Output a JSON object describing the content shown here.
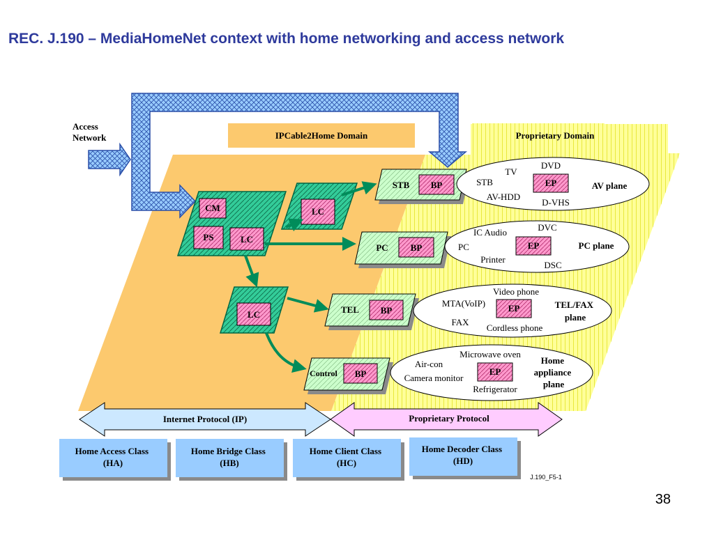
{
  "title": "REC. J.190 – MediaHomeNet context with home networking and access network",
  "access_network": [
    "Access",
    "Network"
  ],
  "domains": {
    "ipcable": "IPCable2Home Domain",
    "proprietary": "Proprietary Domain"
  },
  "elements": {
    "cm": "CM",
    "ps": "PS",
    "lc": "LC",
    "bp": "BP",
    "ep": "EP"
  },
  "terminals": {
    "stb": "STB",
    "pc": "PC",
    "tel": "TEL",
    "control": "Control"
  },
  "planes": {
    "av": {
      "name": "AV plane",
      "items": [
        "TV",
        "DVD",
        "STB",
        "AV-HDD",
        "D-VHS"
      ]
    },
    "pc": {
      "name": "PC plane",
      "items": [
        "IC Audio",
        "DVC",
        "PC",
        "Printer",
        "DSC"
      ]
    },
    "tel": {
      "name": [
        "TEL/FAX",
        "plane"
      ],
      "items": [
        "Video phone",
        "MTA(VoIP)",
        "FAX",
        "Cordless phone"
      ]
    },
    "home": {
      "name": [
        "Home",
        "appliance",
        "plane"
      ],
      "items": [
        "Microwave oven",
        "Air-con",
        "Camera monitor",
        "Refrigerator"
      ]
    }
  },
  "protocols": {
    "ip": "Internet Protocol (IP)",
    "proprietary": "Proprietary Protocol"
  },
  "classes": [
    [
      "Home Access Class",
      "(HA)"
    ],
    [
      "Home Bridge Class",
      "(HB)"
    ],
    [
      "Home Client Class",
      "(HC)"
    ],
    [
      "Home Decoder Class",
      "(HD)"
    ]
  ],
  "figure_id": "J.190_F5-1",
  "page_number": "38",
  "colors": {
    "title": "#2e3a9c",
    "orange": "#fcc96e",
    "yellow": "#ffff99",
    "green": "#33cc99",
    "pink": "#ff99cc",
    "blue": "#99ccff"
  }
}
